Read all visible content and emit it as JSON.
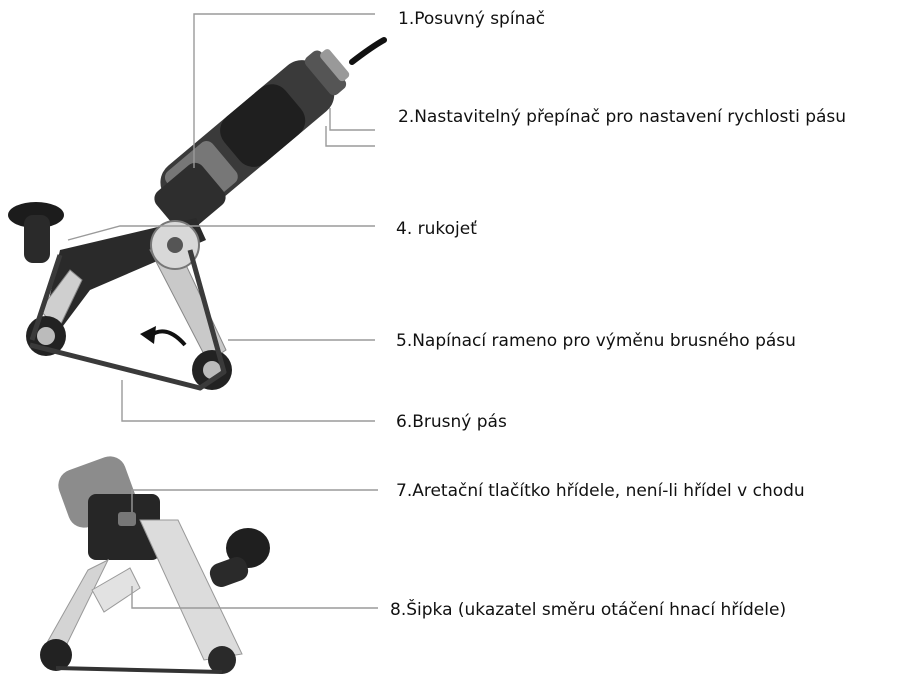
{
  "labels": {
    "l1": "1.Posuvný spínač",
    "l2": "2.Nastavitelný přepínač pro nastavení rychlosti pásu",
    "l4": "4. rukojeť",
    "l5": "5.Napínací rameno pro výměnu brusného pásu",
    "l6": "6.Brusný pás",
    "l7": "7.Aretační tlačítko hřídele, není-li hřídel v chodu",
    "l8": "8.Šipka (ukazatel směru otáčení hnací hřídele)"
  },
  "colors": {
    "leader_line": "#9a9a9a",
    "tool_body": "#3a3a3a",
    "tool_grip": "#4a4a4a",
    "metal_arm": "#c9c9c9",
    "rubber": "#222222",
    "label_text": "#111111"
  }
}
